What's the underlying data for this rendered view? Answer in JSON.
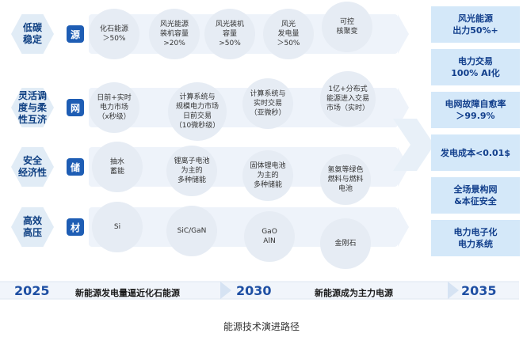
{
  "rows": [
    {
      "category": "低碳\n稳定",
      "tag": "源",
      "bubbles": [
        "化石能源\n＞50%",
        "风光能源\n装机容量\n>20%",
        "风光装机\n容量\n>50%",
        "风光\n发电量\n＞50%",
        "可控\n核聚变"
      ]
    },
    {
      "category": "灵活调\n度与柔\n性互济",
      "tag": "网",
      "bubbles": [
        "日前+实时\n电力市场\n（x秒级）",
        "计算系统与\n规模电力市场\n日前交易\n（10微秒级）",
        "计算系统与\n实时交易\n（亚微秒）",
        "1亿+分布式\n能源进入交易\n市场（实时）"
      ]
    },
    {
      "category": "安全\n经济性",
      "tag": "储",
      "bubbles": [
        "抽水\n蓄能",
        "锂离子电池\n为主的\n多种储能",
        "固体锂电池\n为主的\n多种储能",
        "氢氨等绿色\n燃料与燃料\n电池"
      ]
    },
    {
      "category": "高效\n高压",
      "tag": "材",
      "bubbles": [
        "Si",
        "SiC/GaN",
        "GaO\nAlN",
        "金刚石"
      ]
    }
  ],
  "goals": [
    "风光能源\n出力50%+",
    "电力交易\n100% AI化",
    "电网故障自愈率\n＞99.9%",
    "发电成本<0.01$",
    "全场景构网\n&本征安全",
    "电力电子化\n电力系统"
  ],
  "timeline": {
    "years": [
      "2025",
      "2030",
      "2035"
    ],
    "segments": [
      "新能源发电量逼近化石能源",
      "新能源成为主力电源"
    ]
  },
  "caption": "能源技术演进路径",
  "colors": {
    "primary": "#1e5db4",
    "bubble": "#e6ecf4",
    "goal_bg": "#d4e8f9",
    "band": "#eef3fa"
  }
}
